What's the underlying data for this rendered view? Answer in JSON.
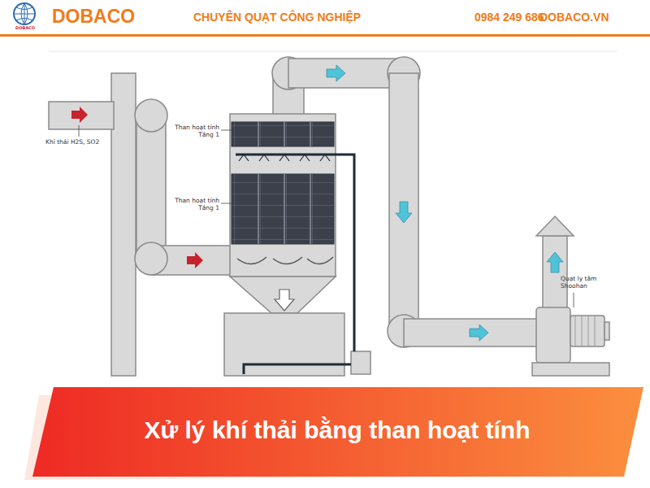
{
  "diagram": {
    "title": "Xử lý khí thải bằng than hoạt tính",
    "labels": [
      "DOBACO",
      "DOBACO",
      "CHUYÊN QUẠT CÔNG NGHIỆP",
      "0984 249 686",
      "DOBACO.VN",
      "Khí thải H2S, SO2",
      "Than hoạt tính Tầng 1",
      "Than hoạt tính Tầng 1",
      "Quạt ly tâm Shoohan"
    ]
  }
}
